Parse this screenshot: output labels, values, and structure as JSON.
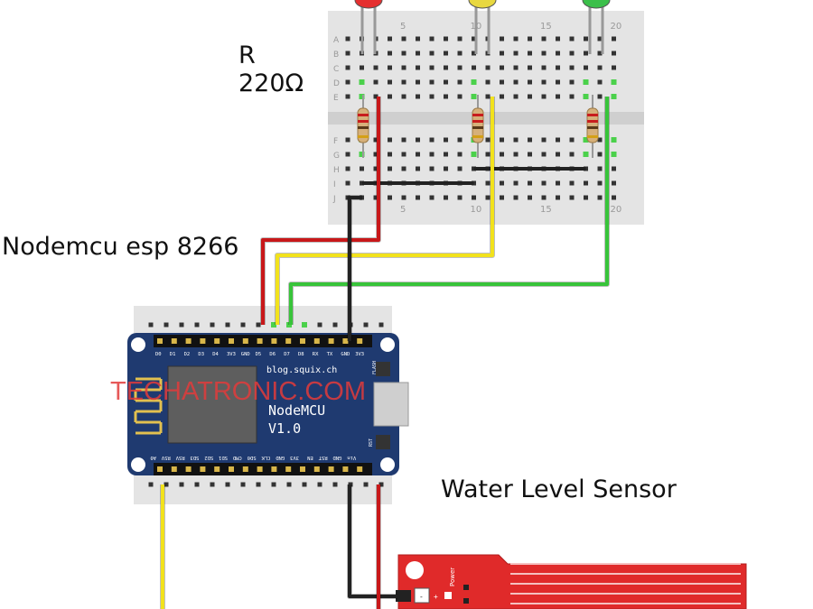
{
  "labels": {
    "resistor": "R\n220Ω",
    "nodemcu": "Nodemcu esp 8266",
    "sensor": "Water Level Sensor",
    "watermark": "TECHATRONIC.COM"
  },
  "breadboard": {
    "rows": [
      "A",
      "B",
      "C",
      "D",
      "E",
      "F",
      "G",
      "H",
      "I",
      "J"
    ],
    "col_numbers": [
      "5",
      "10",
      "15",
      "20"
    ]
  },
  "nodemcu_board": {
    "top_pins": [
      "D0",
      "D1",
      "D2",
      "D3",
      "D4",
      "3V3",
      "GND",
      "D5",
      "D6",
      "D7",
      "D8",
      "RX",
      "TX",
      "GND",
      "3V3"
    ],
    "bottom_pins": [
      "A0",
      "RSV",
      "RSV",
      "SD3",
      "SD2",
      "SD1",
      "CMD",
      "SD0",
      "CLK",
      "GND",
      "3V3",
      "EN",
      "RST",
      "GND",
      "Vin"
    ],
    "site": "blog.squix.ch",
    "name": "NodeMCU",
    "version": "V1.0",
    "flash_label": "FLASH",
    "rst_label": "RST"
  },
  "sensor_board": {
    "power_label": "Power",
    "pin_minus": "-",
    "pin_plus": "+"
  },
  "leds": [
    {
      "color": "red",
      "fill": "#e53030"
    },
    {
      "color": "yellow",
      "fill": "#e8d840"
    },
    {
      "color": "green",
      "fill": "#3bbf4a"
    }
  ],
  "colors": {
    "wire_red": "#c8181a",
    "wire_yellow": "#f2e21c",
    "wire_green": "#38c43a",
    "wire_black": "#222222",
    "board_blue": "#1f3a70",
    "sensor_red": "#e02a2a",
    "breadboard": "#e4e4e4"
  }
}
